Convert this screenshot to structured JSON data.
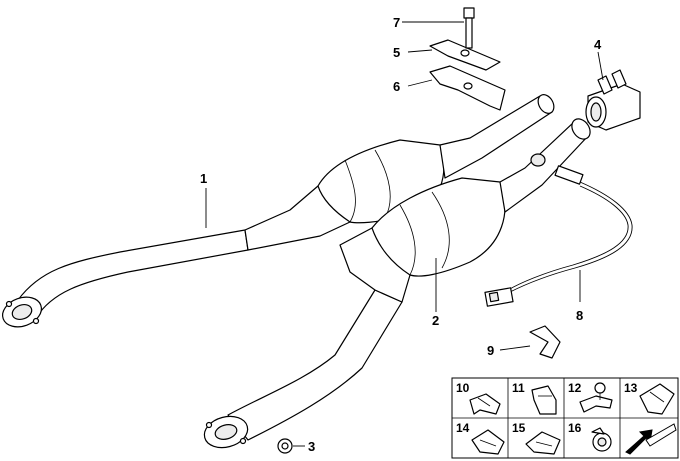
{
  "diagram": {
    "callouts": {
      "c1": "1",
      "c2": "2",
      "c3": "3",
      "c4": "4",
      "c5": "5",
      "c6": "6",
      "c7": "7",
      "c8": "8",
      "c9": "9"
    },
    "inset": {
      "cells": [
        "10",
        "11",
        "12",
        "13",
        "14",
        "15",
        "16"
      ]
    },
    "colors": {
      "line": "#000000",
      "background": "#ffffff",
      "shade": "#ececec"
    }
  }
}
